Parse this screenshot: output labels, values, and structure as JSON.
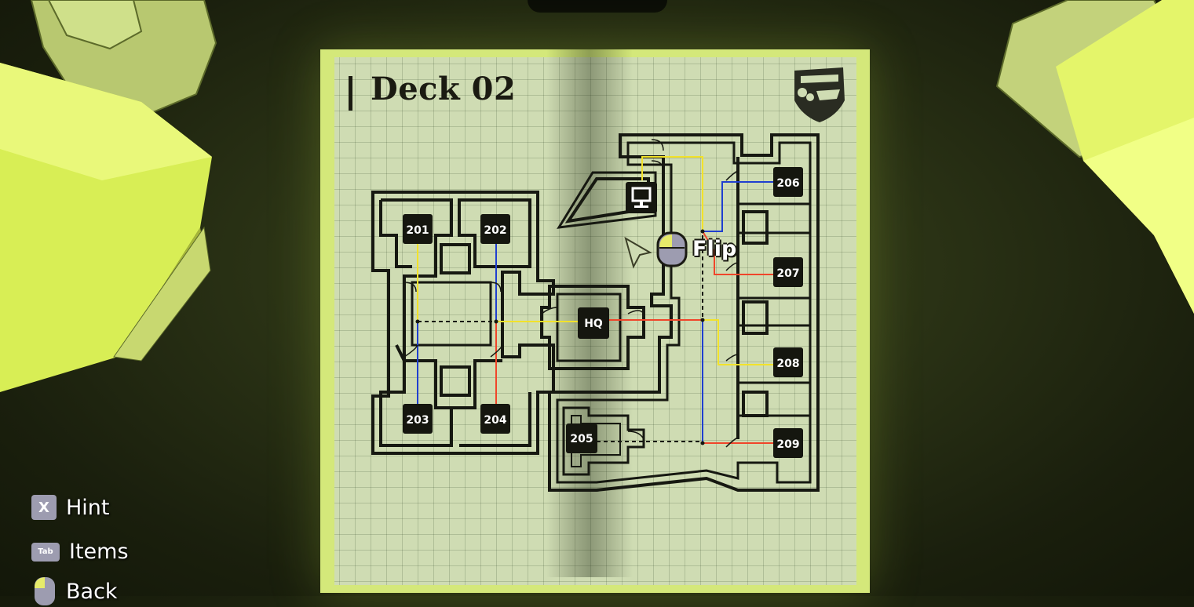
{
  "map": {
    "title": "Deck 02",
    "rooms": [
      "201",
      "202",
      "203",
      "204",
      "HQ",
      "205",
      "206",
      "207",
      "208",
      "209"
    ],
    "flip_label": "Flip",
    "icons": [
      "shield-emblem-icon",
      "computer-terminal-icon",
      "mouse-cursor-icon",
      "mouse-icon"
    ]
  },
  "controls": [
    {
      "key": "X",
      "label": "Hint"
    },
    {
      "key": "Tab",
      "label": "Items"
    },
    {
      "key": "mouse",
      "label": "Back"
    }
  ],
  "colors": {
    "paper": "#cfdcb3",
    "wall": "#161811",
    "wire_yellow": "#f2e22a",
    "wire_red": "#f0452a",
    "wire_blue": "#1f3fd0",
    "key_bg": "#9d9cb0"
  }
}
